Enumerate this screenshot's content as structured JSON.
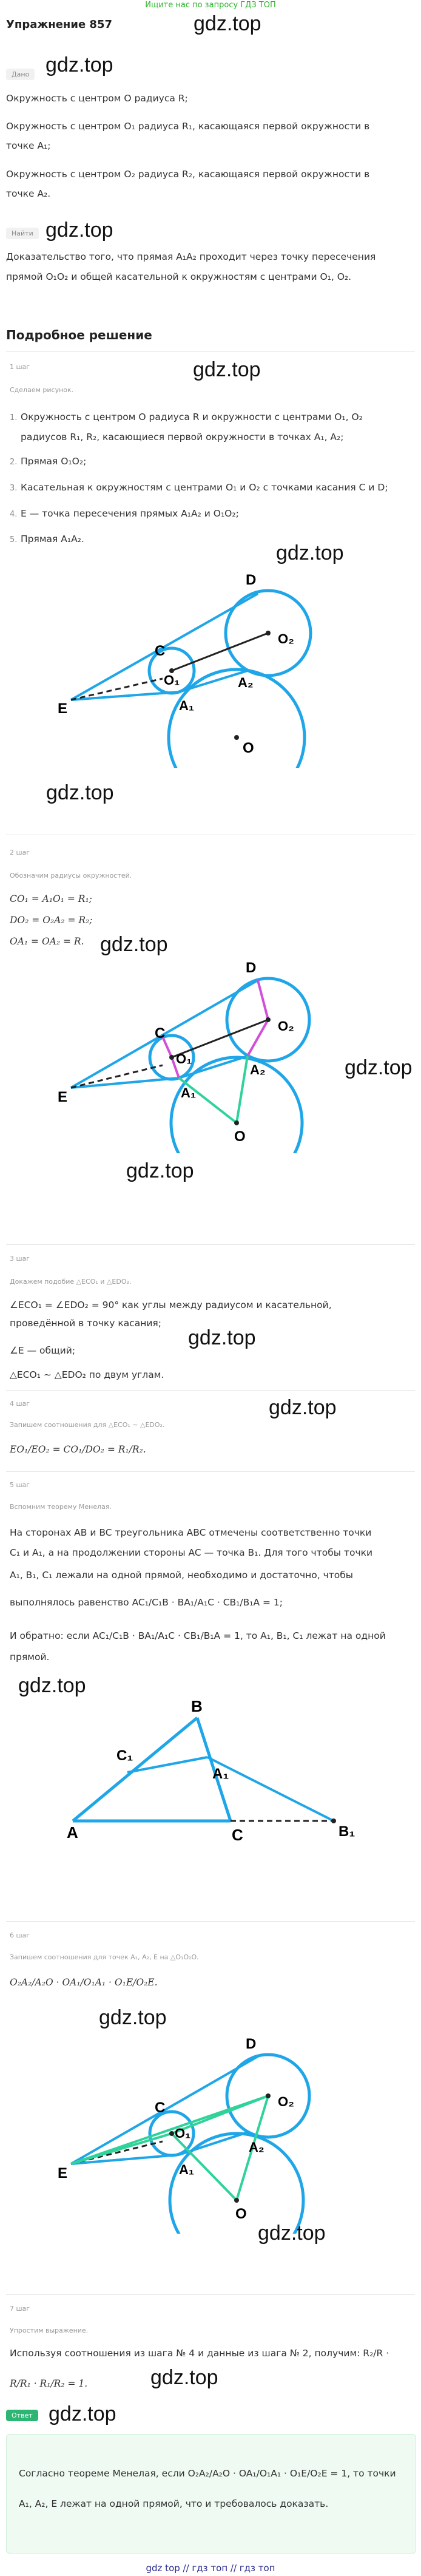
{
  "topbar": {
    "text": "Ищите нас по запросу ГДЗ ТОП"
  },
  "watermark": "gdz.top",
  "title": "Упражнение 857",
  "given": {
    "label": "Дано",
    "lines": [
      "Окружность с центром O радиуса R;",
      "Окружность с центром O₁ радиуса R₁, касающаяся первой окружности в",
      "точке A₁;",
      "Окружность с центром O₂ радиуса R₂, касающаяся первой окружности в",
      "точке A₂."
    ]
  },
  "find": {
    "label": "Найти",
    "lines": [
      "Доказательство того, что прямая A₁A₂ проходит через точку пересечения",
      "прямой O₁O₂ и общей касательной к окружностям с центрами O₁, O₂."
    ]
  },
  "solution_title": "Подробное решение",
  "step1": {
    "label": "1 шаг",
    "sub": "Сделаем рисунок.",
    "items": [
      {
        "n": "1.",
        "text": "Окружность с центром O радиуса R и окружности с центрами O₁, O₂"
      },
      {
        "n": "",
        "text": "радиусов R₁, R₂, касающиеся первой окружности в точках A₁, A₂;"
      },
      {
        "n": "2.",
        "text": "Прямая O₁O₂;"
      },
      {
        "n": "3.",
        "text": "Касательная к окружностям с центрами O₁ и O₂ с точками касания C и D;"
      },
      {
        "n": "4.",
        "text": "E — точка пересечения прямых A₁A₂ и O₁O₂;"
      },
      {
        "n": "5.",
        "text": "Прямая A₁A₂."
      }
    ]
  },
  "step2": {
    "label": "2 шаг",
    "sub": "Обозначим радиусы окружностей.",
    "lines": [
      "CO₁ = A₁O₁ = R₁;",
      "DO₂ = O₂A₂ = R₂;",
      "OA₁ = OA₂ = R."
    ]
  },
  "step3": {
    "label": "3 шаг",
    "sub": "Докажем подобие △ECO₁ и △EDO₂.",
    "lines": [
      "∠ECO₁ = ∠EDO₂ = 90° как углы между радиусом и касательной,",
      "проведённой в точку касания;",
      "∠E — общий;",
      "△ECO₁ ∼ △EDO₂ по двум углам."
    ]
  },
  "step4": {
    "label": "4 шаг",
    "sub": "Запишем соотношения для △ECO₁ ∼ △EDO₂.",
    "formula": "EO₁/EO₂ = CO₁/DO₂ = R₁/R₂."
  },
  "step5": {
    "label": "5 шаг",
    "sub": "Вспомним теорему Менелая.",
    "lines": [
      "На сторонах AB и BC треугольника ABC отмечены соответственно точки",
      "C₁ и A₁, а на продолжении стороны AC — точка B₁. Для того чтобы точки",
      "A₁, B₁, C₁ лежали на одной прямой, необходимо и достаточно, чтобы",
      "выполнялось равенство AC₁/C₁B · BA₁/A₁C · CB₁/B₁A = 1;",
      "И обратно: если AC₁/C₁B · BA₁/A₁C · CB₁/B₁A = 1, то A₁, B₁, C₁ лежат на одной",
      "прямой."
    ]
  },
  "step6": {
    "label": "6 шаг",
    "sub": "Запишем соотношения для точек A₁, A₂, E на △O₁O₂O.",
    "formula": "O₂A₂/A₂O · OA₁/O₁A₁ · O₁E/O₂E."
  },
  "step7": {
    "label": "7 шаг",
    "sub": "Упростим выражение.",
    "lines": [
      "Используя соотношения из шага № 4 и данные из шага № 2, получим: R₂/R ·",
      "R/R₁ · R₁/R₂ = 1."
    ]
  },
  "answer": {
    "label": "Ответ",
    "lines": [
      "Согласно теореме Менелая, если O₂A₂/A₂O · OA₁/O₁A₁ · O₁E/O₂E = 1, то точки",
      "A₁, A₂, E лежат на одной прямой, что и требовалось доказать."
    ]
  },
  "footer": "gdz top // гдз топ // гдз топ",
  "fig_labels": {
    "E": "E",
    "C": "C",
    "D": "D",
    "O": "O",
    "O1": "O₁",
    "O2": "O₂",
    "A1": "A₁",
    "A2": "A₂",
    "A": "A",
    "B": "B",
    "C1": "C₁",
    "B1": "B₁",
    "Ctri": "C"
  },
  "colors": {
    "blue": "#1fa6e8",
    "magenta": "#d24fd8",
    "green": "#2fd39a",
    "dark": "#222"
  }
}
